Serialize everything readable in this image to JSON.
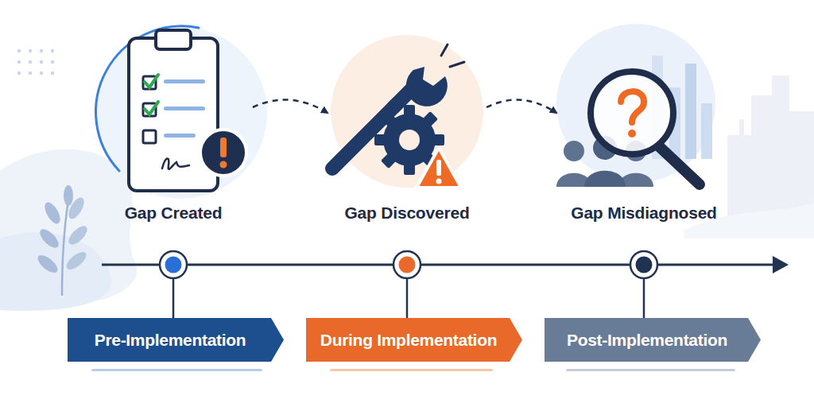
{
  "diagram": {
    "nodes": [
      {
        "text": [
          "Gap Created"
        ]
      },
      {
        "text": [
          "Gap Discovered"
        ]
      },
      {
        "text": [
          "Gap Misdiagnosed"
        ]
      },
      {
        "text": [
          "Pre-Implementation"
        ]
      },
      {
        "text": [
          "During Implementation"
        ]
      },
      {
        "text": [
          "Post-Implementation"
        ]
      }
    ],
    "edges": [
      {
        "from": 0,
        "to": 1,
        "arrow": "to"
      },
      {
        "from": 1,
        "to": 2,
        "arrow": "to"
      }
    ]
  }
}
